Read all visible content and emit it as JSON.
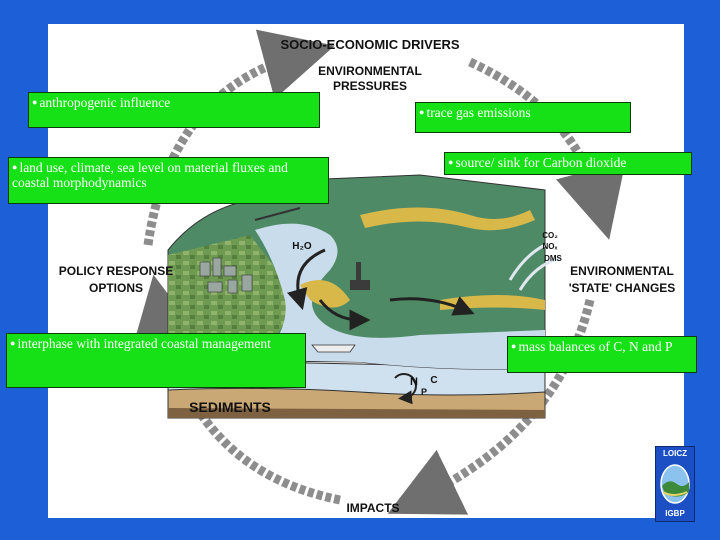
{
  "labels": {
    "socio_economic_drivers": "SOCIO-ECONOMIC DRIVERS",
    "environmental_pressures_1": "ENVIRONMENTAL",
    "environmental_pressures_2": "PRESSURES",
    "policy_response_1": "POLICY RESPONSE",
    "policy_response_2": "OPTIONS",
    "state_changes_1": "ENVIRONMENTAL",
    "state_changes_2": "'STATE' CHANGES",
    "sediments": "SEDIMENTS",
    "impacts": "IMPACTS",
    "h2o": "H₂O",
    "co2": "CO₂",
    "nox": "NOₓ",
    "dms": "DMS",
    "n": "N",
    "p": "P",
    "c": "C"
  },
  "boxes": {
    "anthropogenic": "anthropogenic influence",
    "trace_gas": "trace gas emissions",
    "land_use": "land use, climate, sea level on material fluxes and coastal morphodynamics",
    "source_sink": "source/ sink for Carbon dioxide",
    "interphase": "interphase with integrated coastal management",
    "mass_balances": "mass balances of C, N and P"
  },
  "bullet": "●",
  "logo": {
    "top": "LOICZ",
    "bottom": "IGBP"
  },
  "colors": {
    "slide_background": "#1d5fd6",
    "box_green": "#16e016",
    "water": "#c9dcec",
    "land": "#4f8a66",
    "sand": "#d9b84a",
    "cycle_arrows": "#7a7a7a"
  }
}
